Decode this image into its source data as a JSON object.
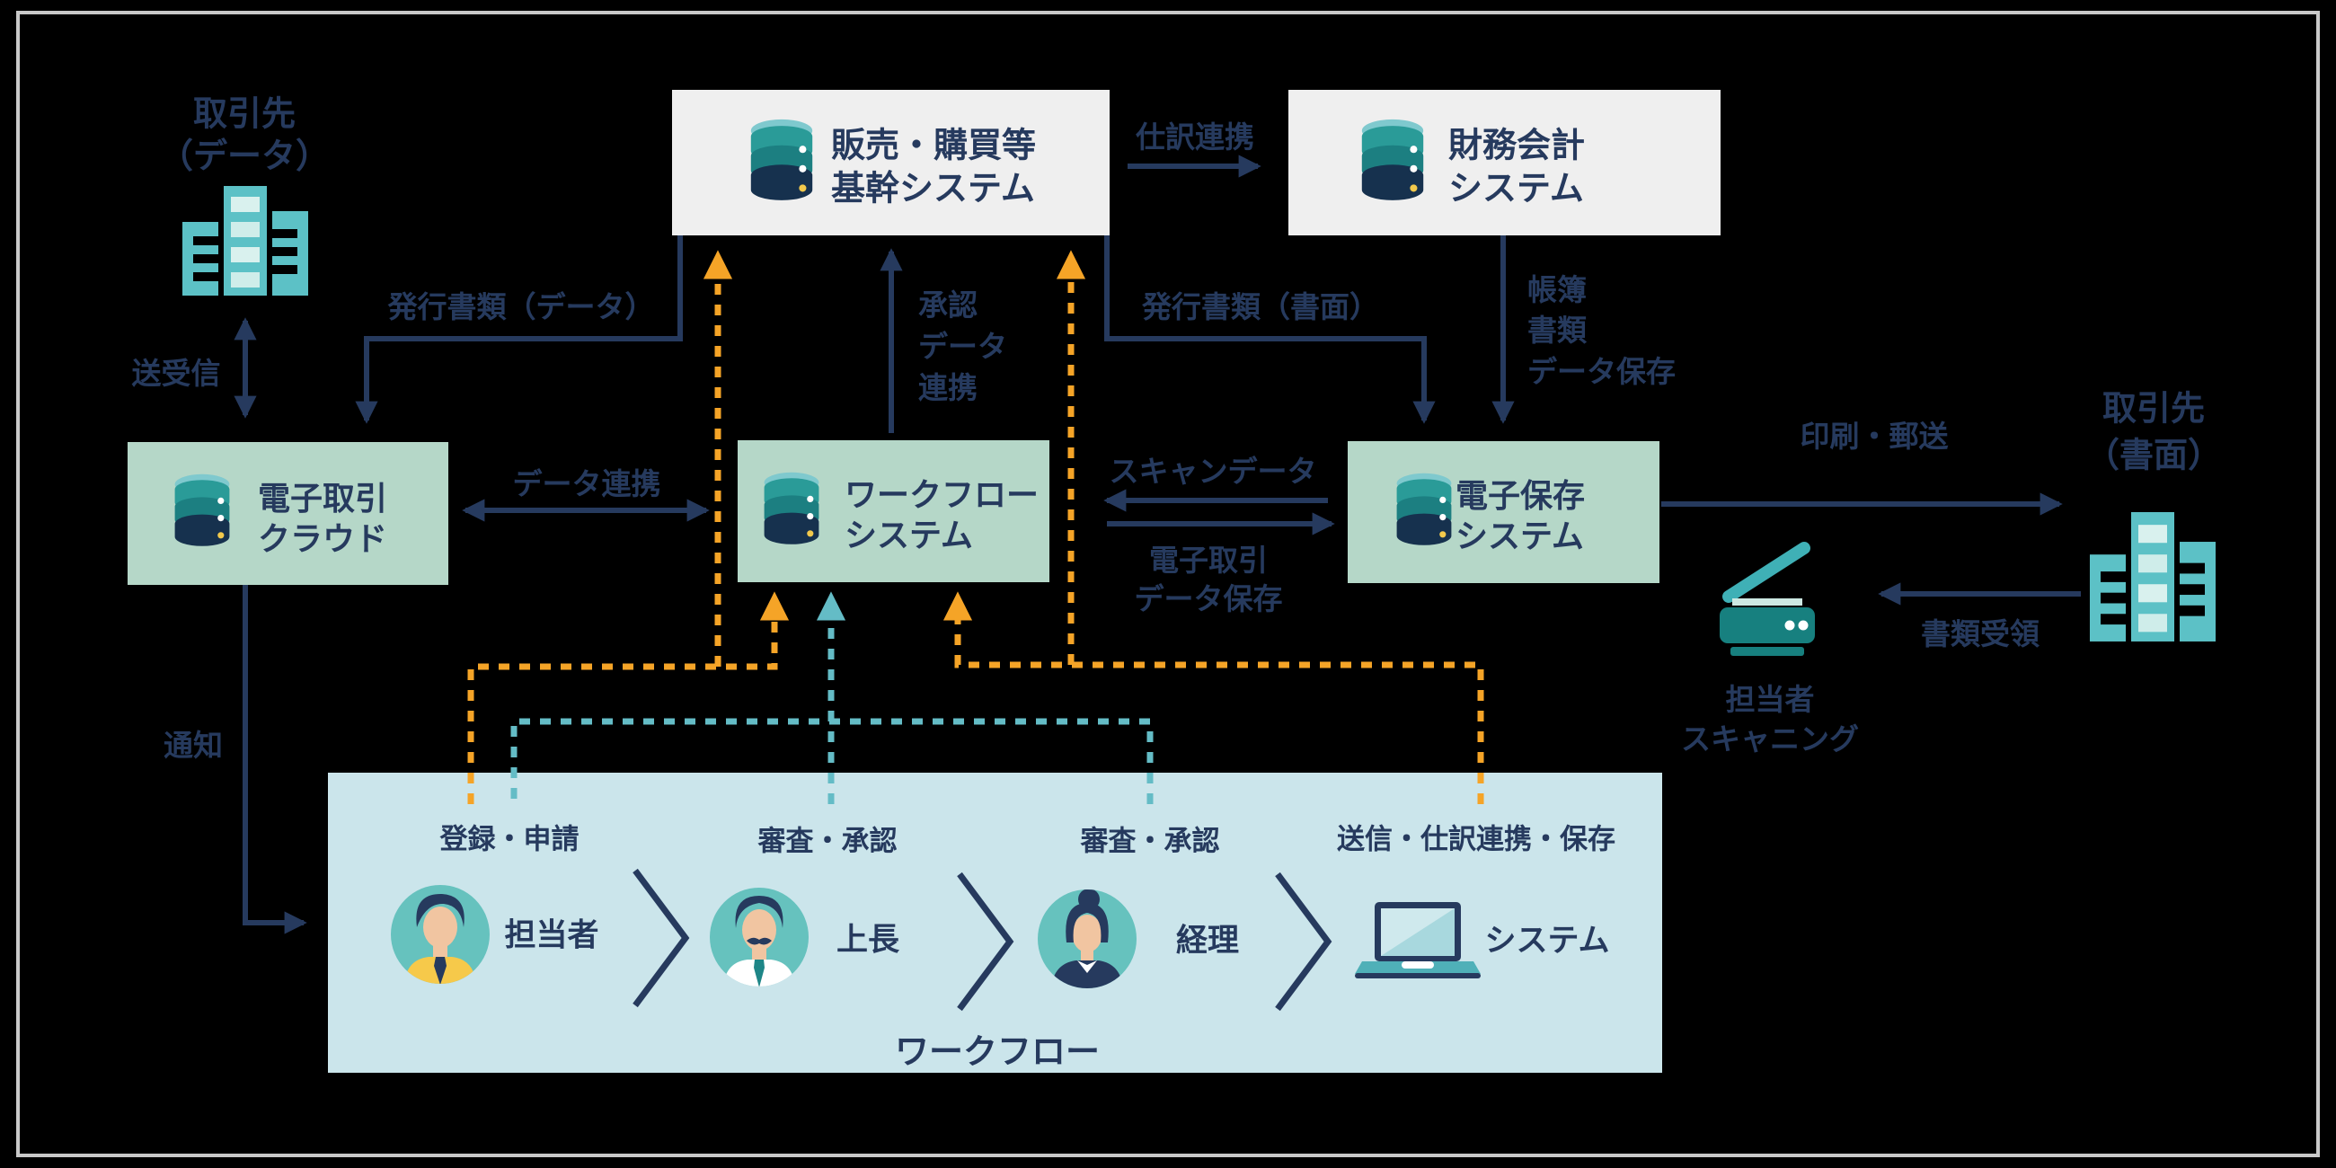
{
  "nodes": {
    "partner_data": {
      "line1": "取引先",
      "line2": "（データ）"
    },
    "core": {
      "line1": "販売・購買等",
      "line2": "基幹システム"
    },
    "finance": {
      "line1": "財務会計",
      "line2": "システム"
    },
    "cloud": {
      "line1": "電子取引",
      "line2": "クラウド"
    },
    "workflow_system": {
      "line1": "ワークフロー",
      "line2": "システム"
    },
    "storage": {
      "line1": "電子保存",
      "line2": "システム"
    },
    "partner_paper": {
      "line1": "取引先",
      "line2": "（書面）"
    },
    "scanner_person": {
      "line1": "担当者",
      "line2": "スキャニング"
    }
  },
  "edges": {
    "send_receive": "送受信",
    "journal_link": "仕訳連携",
    "issued_docs_data": "発行書類（データ）",
    "approval_link": {
      "line1": "承認",
      "line2": "データ",
      "line3": "連携"
    },
    "issued_docs_paper": "発行書類（書面）",
    "ledger_save": {
      "line1": "帳簿",
      "line2": "書類",
      "line3": "データ保存"
    },
    "data_link": "データ連携",
    "scan_data": "スキャンデータ",
    "etx_save": {
      "line1": "電子取引",
      "line2": "データ保存"
    },
    "print_mail": "印刷・郵送",
    "doc_receive": "書類受領",
    "notify": "通知"
  },
  "workflow": {
    "title": "ワークフロー",
    "steps": [
      {
        "action": "登録・申請",
        "role": "担当者"
      },
      {
        "action": "審査・承認",
        "role": "上長"
      },
      {
        "action": "審査・承認",
        "role": "経理"
      },
      {
        "action": "送信・仕訳連携・保存",
        "role": "システム"
      }
    ]
  },
  "icons": [
    "database-icon",
    "building-icon",
    "scanner-icon",
    "laptop-icon",
    "person-staff-icon",
    "person-manager-icon",
    "person-accounting-icon",
    "chevron-right-icon"
  ],
  "colors": {
    "background": "#000000",
    "frame_gray": "#C9C9C9",
    "navy": "#263A5E",
    "box_gray": "#EFEFEF",
    "box_green": "#B5D7C8",
    "box_blue": "#CBE5EB",
    "orange_dash": "#F5A427",
    "teal_dash": "#64BCC6",
    "icon_teal": "#5CC1C6",
    "db_cap": "#7FC9CE",
    "db_band1": "#2A9B98",
    "db_band2": "#1C7F81",
    "db_band3": "#16314E",
    "avatar_bg": "#66C2BE",
    "skin": "#F1C5A1",
    "shirt_yellow": "#F6C94A",
    "dot_yellow": "#F2C94C"
  }
}
